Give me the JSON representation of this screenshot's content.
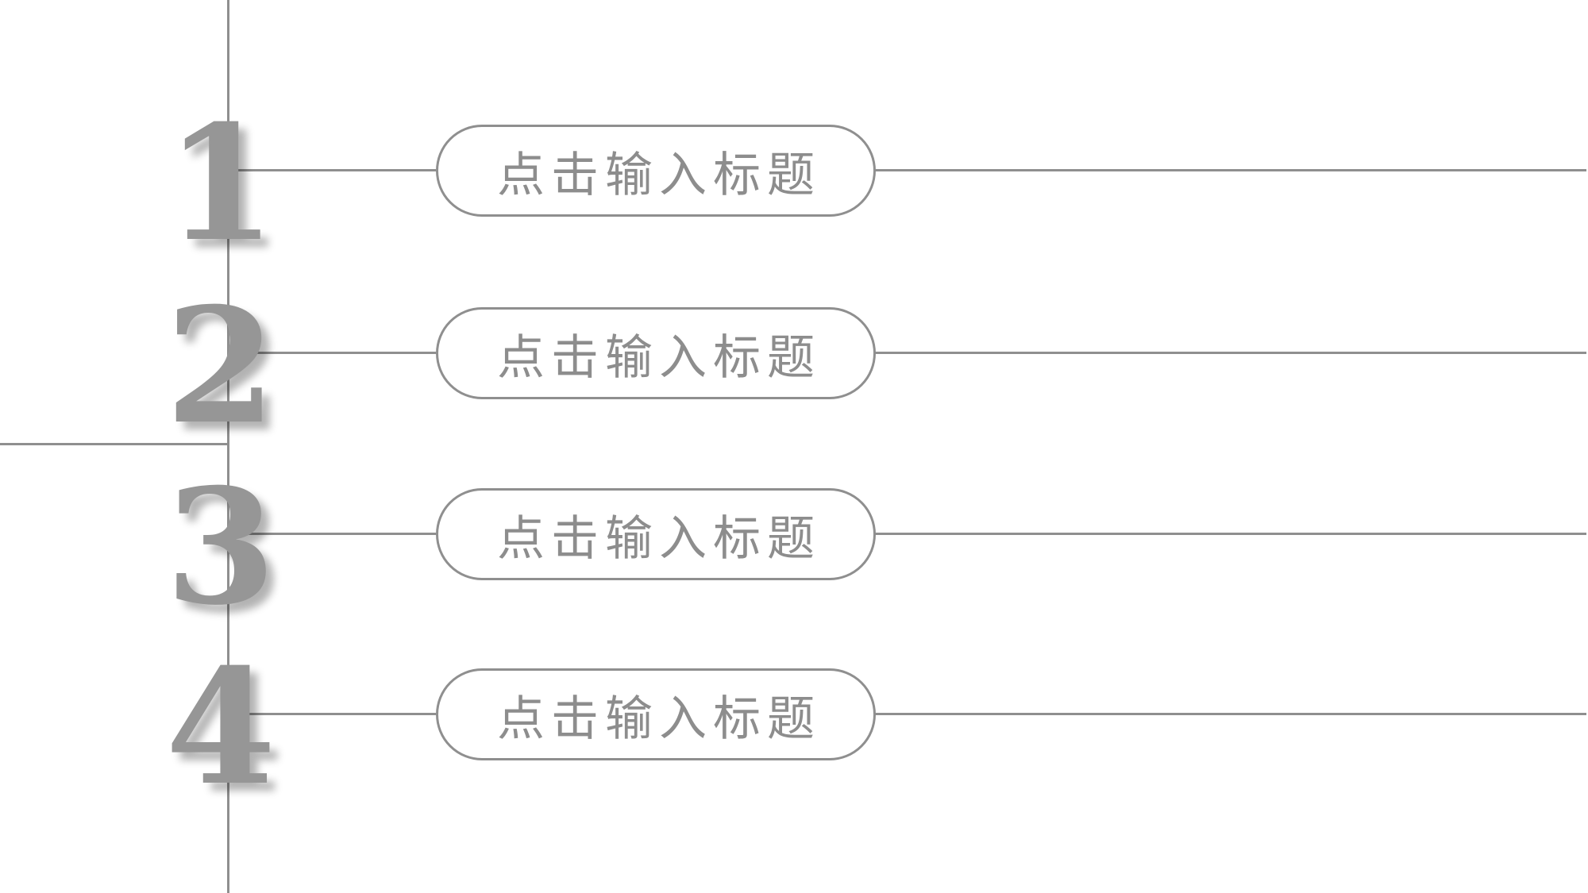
{
  "slide": {
    "background": "#ffffff",
    "line_color": "#8f8f8f",
    "number_color": "#969696",
    "label_color": "#8d8d8d"
  },
  "rows": [
    {
      "number": "1",
      "label": "点击输入标题"
    },
    {
      "number": "2",
      "label": "点击输入标题"
    },
    {
      "number": "3",
      "label": "点击输入标题"
    },
    {
      "number": "4",
      "label": "点击输入标题"
    }
  ]
}
